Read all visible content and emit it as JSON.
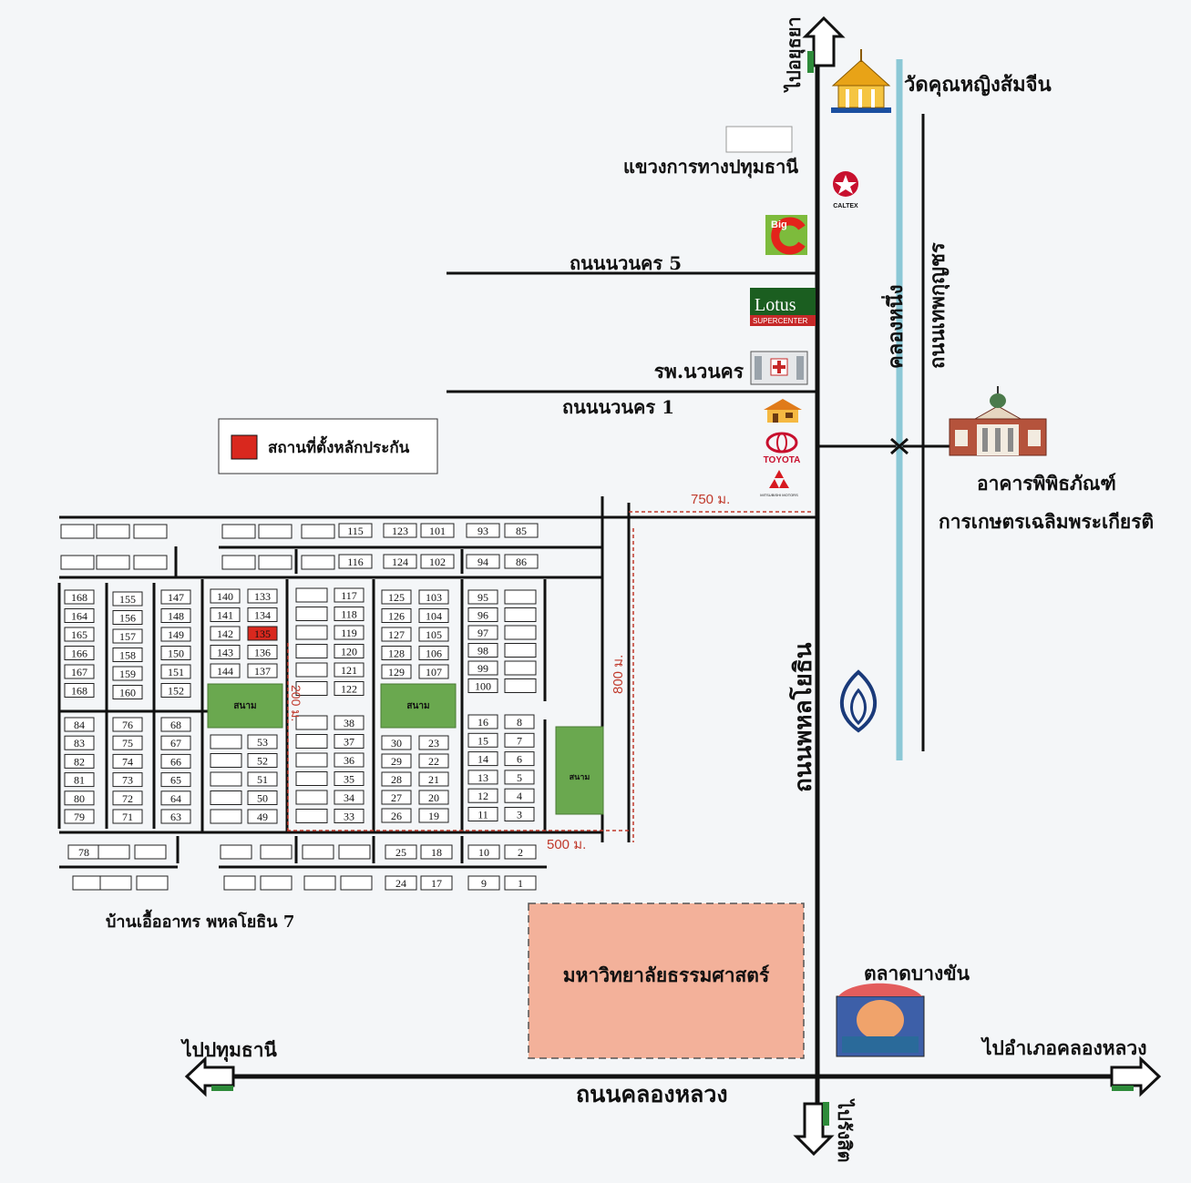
{
  "directions": {
    "north": "ไปอยุธยา",
    "south": "ไปรังสิต",
    "west": "ไปปทุมธานี",
    "east": "ไปอำเภอคลองหลวง"
  },
  "roads": {
    "phahonyothin": "ถนนพหลโยธิน",
    "khlong_luang": "ถนนคลองหลวง",
    "nawanakorn_5": "ถนนนวนคร 5",
    "nawanakorn_1": "ถนนนวนคร 1",
    "thep_kunchon": "ถนนเทพกุญชร",
    "khlong_nueng": "คลองหนึ่ง"
  },
  "landmarks": {
    "temple": "วัดคุณหญิงส้มจีน",
    "highway_office": "แขวงการทางปทุมธานี",
    "hospital": "รพ.นวนคร",
    "museum_line1": "อาคารพิพิธภัณฑ์",
    "museum_line2": "การเกษตรเฉลิมพระเกียรติ",
    "university": "มหาวิทยาลัยธรรมศาสตร์",
    "market": "ตลาดบางขัน",
    "village": "บ้านเอื้ออาทร พหลโยธิน 7"
  },
  "logos": {
    "caltex": "CALTEX",
    "bigc": "Big",
    "lotus": "Lotus",
    "lotus_sub": "SUPERCENTER",
    "toyota": "TOYOTA",
    "mitsubishi": "MITSUBISHI MOTORS"
  },
  "legend": {
    "label": "สถานที่ตั้งหลักประกัน",
    "color": "#d9281e"
  },
  "distances": {
    "d750": "750 ม.",
    "d800": "800 ม.",
    "d500": "500 ม.",
    "d200": "200 ม."
  },
  "park_label": "สนาม",
  "plots": {
    "r1": [
      "115",
      "123",
      "101",
      "93",
      "85"
    ],
    "r2": [
      "116",
      "124",
      "102",
      "94",
      "86"
    ],
    "c168": [
      "168",
      "164",
      "165",
      "166",
      "167",
      "168"
    ],
    "c155": [
      "155",
      "156",
      "157",
      "158",
      "159",
      "160"
    ],
    "c147": [
      "147",
      "148",
      "149",
      "150",
      "151",
      "152"
    ],
    "c140": [
      "140",
      "141",
      "142",
      "143",
      "144"
    ],
    "c133": [
      "133",
      "134",
      "135",
      "136",
      "137"
    ],
    "c117": [
      "117",
      "118",
      "119",
      "120",
      "121",
      "122"
    ],
    "c125": [
      "125",
      "126",
      "127",
      "128",
      "129"
    ],
    "c103": [
      "103",
      "104",
      "105",
      "106",
      "107"
    ],
    "c95": [
      "95",
      "96",
      "97",
      "98",
      "99",
      "100"
    ],
    "c84": [
      "84",
      "83",
      "82",
      "81",
      "80",
      "79"
    ],
    "c76": [
      "76",
      "75",
      "74",
      "73",
      "72",
      "71"
    ],
    "c68": [
      "68",
      "67",
      "66",
      "65",
      "64",
      "63"
    ],
    "c53": [
      "53",
      "52",
      "51",
      "50",
      "49"
    ],
    "c38": [
      "38",
      "37",
      "36",
      "35",
      "34",
      "33"
    ],
    "c30": [
      "30",
      "29",
      "28",
      "27",
      "26"
    ],
    "c23": [
      "23",
      "22",
      "21",
      "20",
      "19"
    ],
    "c16": [
      "16",
      "15",
      "14",
      "13",
      "12",
      "11"
    ],
    "c8": [
      "8",
      "7",
      "6",
      "5",
      "4",
      "3"
    ],
    "b1": [
      "78",
      "25",
      "18",
      "10",
      "2"
    ],
    "b2": [
      "24",
      "17",
      "9",
      "1"
    ]
  },
  "colors": {
    "road": "#111111",
    "canal": "#8cc8d6",
    "park": "#6aa84f",
    "university_fill": "#f3b19a",
    "distance": "#c0392b",
    "village_text": "#c0632a",
    "arrow_green": "#2e8b3a"
  }
}
